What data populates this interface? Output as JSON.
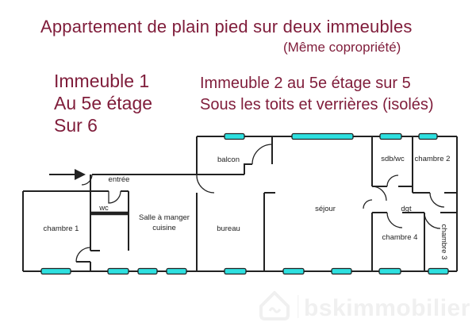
{
  "header": {
    "title": "Appartement de plain pied sur deux immeubles",
    "subtitle": "(Même copropriété)",
    "building1": {
      "line1": "Immeuble 1",
      "line2": "Au 5e étage",
      "line3": "Sur 6"
    },
    "building2": {
      "line1": "Immeuble 2 au 5e étage sur 5",
      "line2": "Sous les toits et verrières (isolés)"
    }
  },
  "plan": {
    "rooms": {
      "entree": "entrée",
      "wc": "wc",
      "chambre1": "chambre 1",
      "salle_a_manger": "Salle à manger",
      "cuisine": "cuisine",
      "balcon": "balcon",
      "bureau": "bureau",
      "sejour": "séjour",
      "sdb_wc": "sdb/wc",
      "chambre2": "chambre 2",
      "dgt": "dgt",
      "chambre4": "chambre 4",
      "chambre3": "chambre 3"
    }
  },
  "colors": {
    "accent_text": "#7f1c3a",
    "wall": "#222222",
    "window_fill": "#2ee0e0",
    "watermark": "#f0f0f0"
  },
  "watermark": {
    "text": "bskimmobilier"
  }
}
